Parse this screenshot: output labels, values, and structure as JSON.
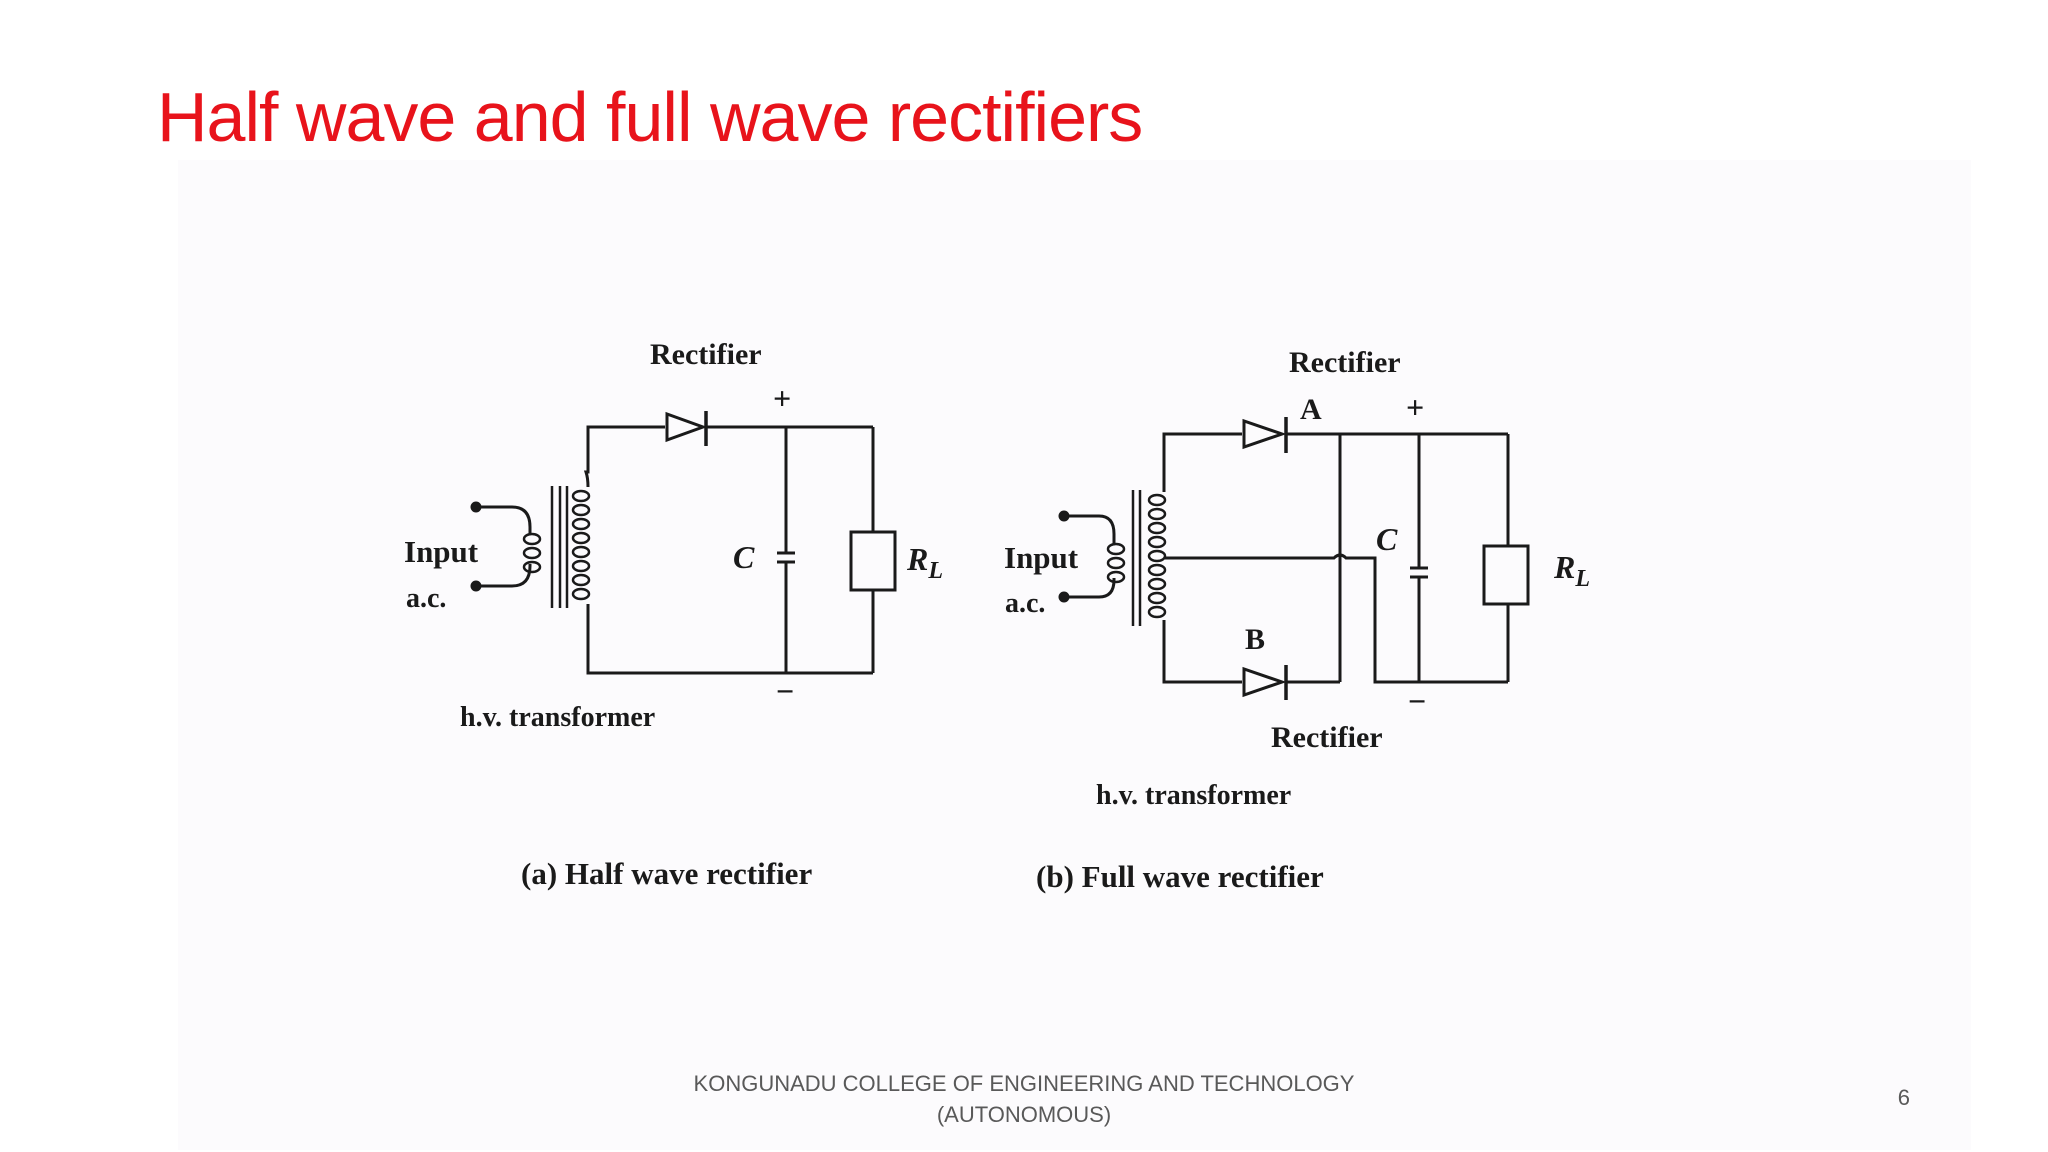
{
  "slide": {
    "title": "Half wave and full wave rectifiers",
    "footer_line1": "KONGUNADU COLLEGE OF ENGINEERING AND TECHNOLOGY",
    "footer_line2": "(AUTONOMOUS)",
    "page_number": "6"
  },
  "half_wave": {
    "rectifier_label": "Rectifier",
    "plus": "+",
    "minus": "−",
    "input_label": "Input",
    "ac_label": "a.c.",
    "capacitor_label": "C",
    "load_label": "R",
    "load_subscript": "L",
    "transformer_label": "h.v. transformer",
    "caption": "(a) Half wave rectifier"
  },
  "full_wave": {
    "rectifier_top_label": "Rectifier",
    "node_a": "A",
    "node_b": "B",
    "plus": "+",
    "minus": "−",
    "input_label": "Input",
    "ac_label": "a.c.",
    "capacitor_label": "C",
    "load_label": "R",
    "load_subscript": "L",
    "rectifier_bottom_label": "Rectifier",
    "transformer_label": "h.v. transformer",
    "caption": "(b) Full wave rectifier"
  },
  "colors": {
    "title": "#e8131b",
    "line": "#1a1a1a",
    "footer": "#595959"
  }
}
